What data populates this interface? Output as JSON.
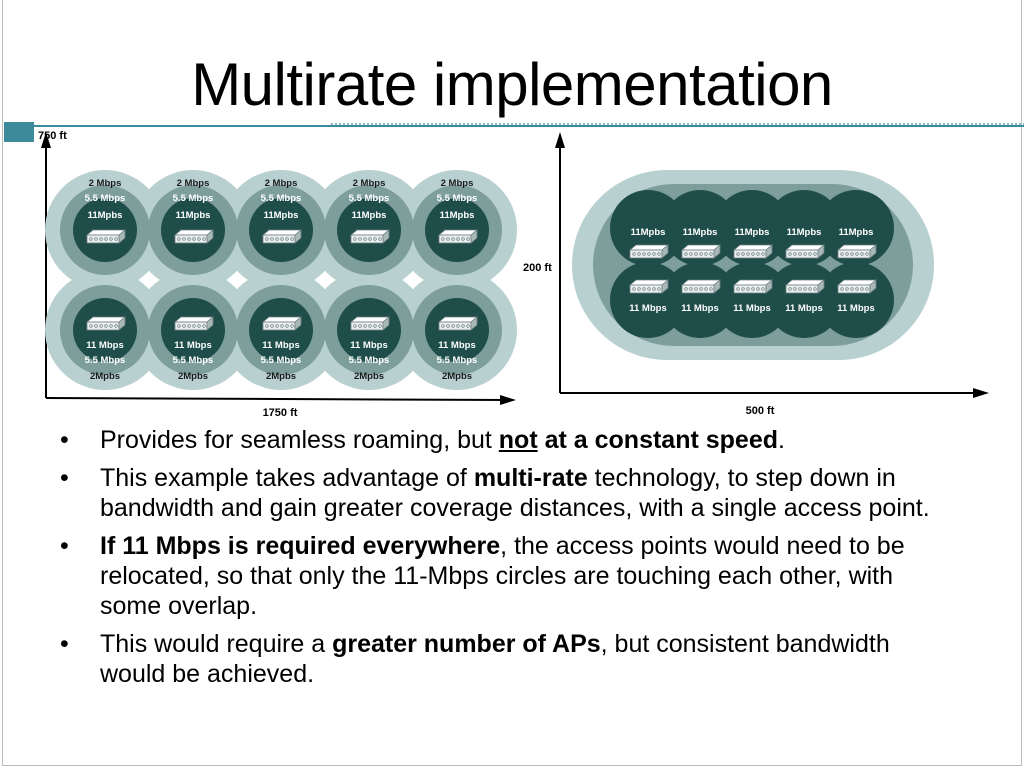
{
  "title": "Multirate implementation",
  "left_diagram": {
    "y_axis_label": "750 ft",
    "x_axis_label": "1750 ft",
    "top_row": {
      "outer": "2 Mbps",
      "middle": "5.5 Mbps",
      "inner": "11Mpbs"
    },
    "bottom_row": {
      "inner": "11 Mbps",
      "middle": "5.5 Mbps",
      "outer": "2Mpbs"
    }
  },
  "right_diagram": {
    "y_axis_label": "200 ft",
    "x_axis_label": "500 ft",
    "top_label": "11Mpbs",
    "bottom_label": "11 Mbps"
  },
  "colors": {
    "outer": "#b8d0d0",
    "middle": "#7e9e9c",
    "inner": "#1e4d4a",
    "accent": "#3d8a9a"
  },
  "bullets": [
    [
      {
        "t": "Provides for seamless roaming, but "
      },
      {
        "t": "not",
        "b": true,
        "u": true
      },
      {
        "t": " "
      },
      {
        "t": "at a constant speed",
        "b": true
      },
      {
        "t": "."
      }
    ],
    [
      {
        "t": "This example takes advantage of "
      },
      {
        "t": "multi-rate",
        "b": true
      },
      {
        "t": " technology, to step down in bandwidth and gain greater coverage distances, with a single access point."
      }
    ],
    [
      {
        "t": "If 11 Mbps is required everywhere",
        "b": true
      },
      {
        "t": ", the access points would need to be relocated, so that only the 11-Mbps circles are touching each other, with some overlap."
      }
    ],
    [
      {
        "t": "This would require a "
      },
      {
        "t": "greater number of APs",
        "b": true
      },
      {
        "t": ", but consistent bandwidth would be achieved."
      }
    ]
  ]
}
